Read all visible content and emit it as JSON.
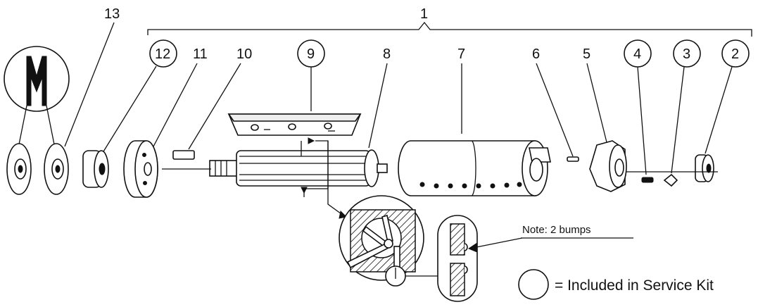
{
  "labels": {
    "assembly": "1",
    "part_2": "2",
    "part_3": "3",
    "part_4": "4",
    "part_5": "5",
    "part_6": "6",
    "part_7": "7",
    "part_8": "8",
    "part_9": "9",
    "part_10": "10",
    "part_11": "11",
    "part_12": "12",
    "part_13": "13"
  },
  "circled_labels": [
    "2",
    "3",
    "4",
    "9",
    "12"
  ],
  "note": "Note: 2 bumps",
  "legend": "= Included in Service Kit"
}
